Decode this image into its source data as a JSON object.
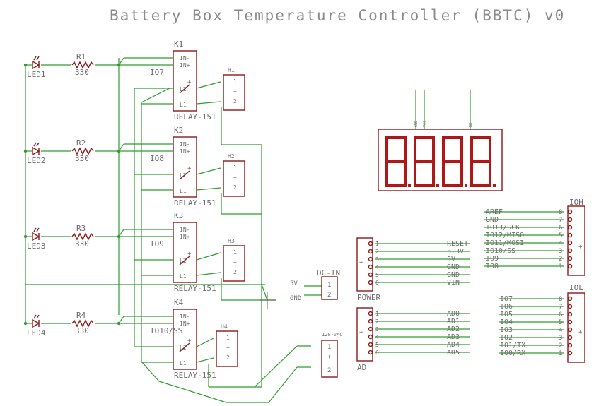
{
  "title": "Battery Box Temperature Controller (BBTC) v0",
  "colors": {
    "wire": "#2e9e2e",
    "part": "#8b1a1a",
    "text": "#6b6b6b",
    "segment": "#b01818"
  },
  "leds": [
    "LED1",
    "LED2",
    "LED3",
    "LED4"
  ],
  "resistors": [
    {
      "name": "R1",
      "value": "330"
    },
    {
      "name": "R2",
      "value": "330"
    },
    {
      "name": "R3",
      "value": "330"
    },
    {
      "name": "R4",
      "value": "330"
    }
  ],
  "relays": [
    {
      "name": "K1",
      "part": "RELAY-151",
      "net": "IO7"
    },
    {
      "name": "K2",
      "part": "RELAY-151",
      "net": "IO8"
    },
    {
      "name": "K3",
      "part": "RELAY-151",
      "net": "IO9"
    },
    {
      "name": "K4",
      "part": "RELAY-151",
      "net": "IO10/SS"
    }
  ],
  "relay_pins": [
    "IN-",
    "IN+",
    "L2",
    "L1"
  ],
  "heaters": [
    "H1",
    "H2",
    "H3",
    "H4"
  ],
  "heater_pins": [
    "1",
    "+",
    "2"
  ],
  "display_pins": [
    "GND",
    "VCC",
    "RX"
  ],
  "dc_in": {
    "name": "DC-IN",
    "labels": [
      "5V",
      "GND"
    ],
    "pins": [
      "1",
      "2"
    ]
  },
  "vac": {
    "name": "120-VAC",
    "pins": [
      "1",
      "+",
      "2"
    ]
  },
  "power_header": {
    "name": "POWER",
    "pins": [
      "RESET",
      "3.3V",
      "5V",
      "GND",
      "GND",
      "VIN"
    ]
  },
  "ad_header": {
    "name": "AD",
    "pins": [
      "AD0",
      "AD1",
      "AD2",
      "AD3",
      "AD4",
      "AD5"
    ]
  },
  "ioh_header": {
    "name": "IOH",
    "pins": [
      "AREF",
      "GND",
      "IO13/SCK",
      "IO12/MISO",
      "IO11/MOSI",
      "IO10/SS",
      "IO9",
      "IO8"
    ],
    "numbers": [
      "8",
      "7",
      "6",
      "5",
      "4",
      "3",
      "2",
      "1"
    ]
  },
  "iol_header": {
    "name": "IOL",
    "pins": [
      "IO7",
      "IO6",
      "IO5",
      "IO4",
      "IO3",
      "IO2",
      "IO1/TX",
      "IO0/RX"
    ],
    "numbers": [
      "8",
      "7",
      "6",
      "5",
      "4",
      "3",
      "2",
      "1"
    ]
  },
  "seq_numbers": [
    "1",
    "2",
    "3",
    "4",
    "5",
    "6"
  ],
  "plus": "+"
}
